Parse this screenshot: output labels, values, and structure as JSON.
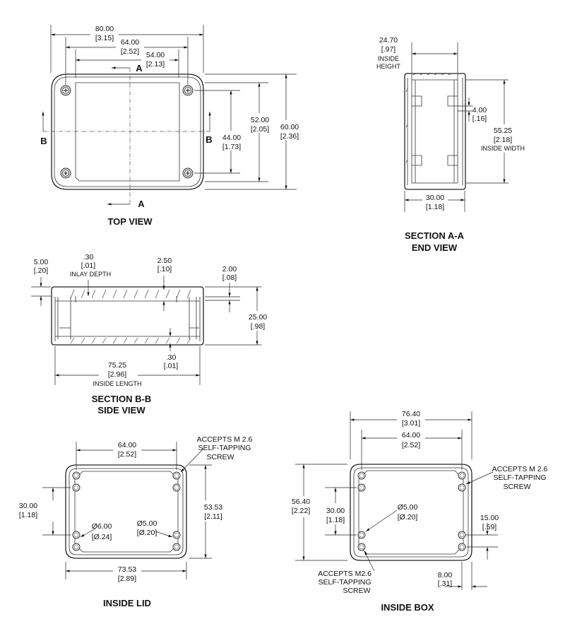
{
  "top_view": {
    "title": "TOP VIEW",
    "section_a": "A",
    "section_b": "B",
    "dims": {
      "overall_length": [
        "80.00",
        "[3.15]"
      ],
      "screw_spacing_x": [
        "64.00",
        "[2.52]"
      ],
      "panel_length": [
        "54.00",
        "[2.13]"
      ],
      "overall_width": [
        "60.00",
        "[2.36]"
      ],
      "panel_width": [
        "52.00",
        "[2.05]"
      ],
      "screw_spacing_y": [
        "44.00",
        "[1.73]"
      ]
    }
  },
  "section_a": {
    "title": "SECTION A-A",
    "subtitle": "END VIEW",
    "dims": {
      "inside_height": [
        "24.70",
        "[.97]",
        "INSIDE",
        "HEIGHT"
      ],
      "rib": [
        "4.00",
        "[.16]"
      ],
      "inside_width": [
        "55.25",
        "[2.18]",
        "INSIDE WIDTH"
      ],
      "depth": [
        "30.00",
        "[1.18]"
      ]
    }
  },
  "section_b": {
    "title": "SECTION B-B",
    "subtitle": "SIDE VIEW",
    "dims": {
      "lid_height": [
        "5.00",
        "[.20]"
      ],
      "inlay_depth": [
        ".30",
        "[.01]",
        "INLAY DEPTH"
      ],
      "lid_wall": [
        "2.50",
        "[.10]"
      ],
      "lip": [
        "2.00",
        "[.08]"
      ],
      "box_height": [
        "25.00",
        "[.98]"
      ],
      "floor": [
        ".30",
        "[.01]"
      ],
      "inside_length": [
        "75.25",
        "[2.96]",
        "INSIDE LENGTH"
      ]
    }
  },
  "inside_lid": {
    "title": "INSIDE LID",
    "dims": {
      "screw_spacing_x": [
        "64.00",
        "[2.52]"
      ],
      "length": [
        "73.53",
        "[2.89]"
      ],
      "screw_spacing_y": [
        "30.00",
        "[1.18]"
      ],
      "width": [
        "53.53",
        "[2.11]"
      ],
      "boss_dia": [
        "Ø6.00",
        "[Ø.24]"
      ],
      "hole_dia": [
        "Ø5.00",
        "[Ø.20]"
      ]
    },
    "note": [
      "ACCEPTS M 2.6",
      "SELF-TAPPING",
      "SCREW"
    ]
  },
  "inside_box": {
    "title": "INSIDE BOX",
    "dims": {
      "length": [
        "76.40",
        "[3.01]"
      ],
      "screw_spacing_x": [
        "64.00",
        "[2.52]"
      ],
      "width": [
        "56.40",
        "[2.22]"
      ],
      "screw_spacing_y": [
        "30.00",
        "[1.18]"
      ],
      "hole_dia": [
        "Ø5.00",
        "[Ø.20]"
      ],
      "pair_spacing": [
        "15.00",
        "[.59]"
      ],
      "edge_offset": [
        "8.00",
        "[.31]"
      ]
    },
    "note_right": [
      "ACCEPTS M 2.6",
      "SELF-TAPPING",
      "SCREW"
    ],
    "note_left": [
      "ACCEPTS M2.6",
      "SELF-TAPPING",
      "SCREW"
    ]
  }
}
